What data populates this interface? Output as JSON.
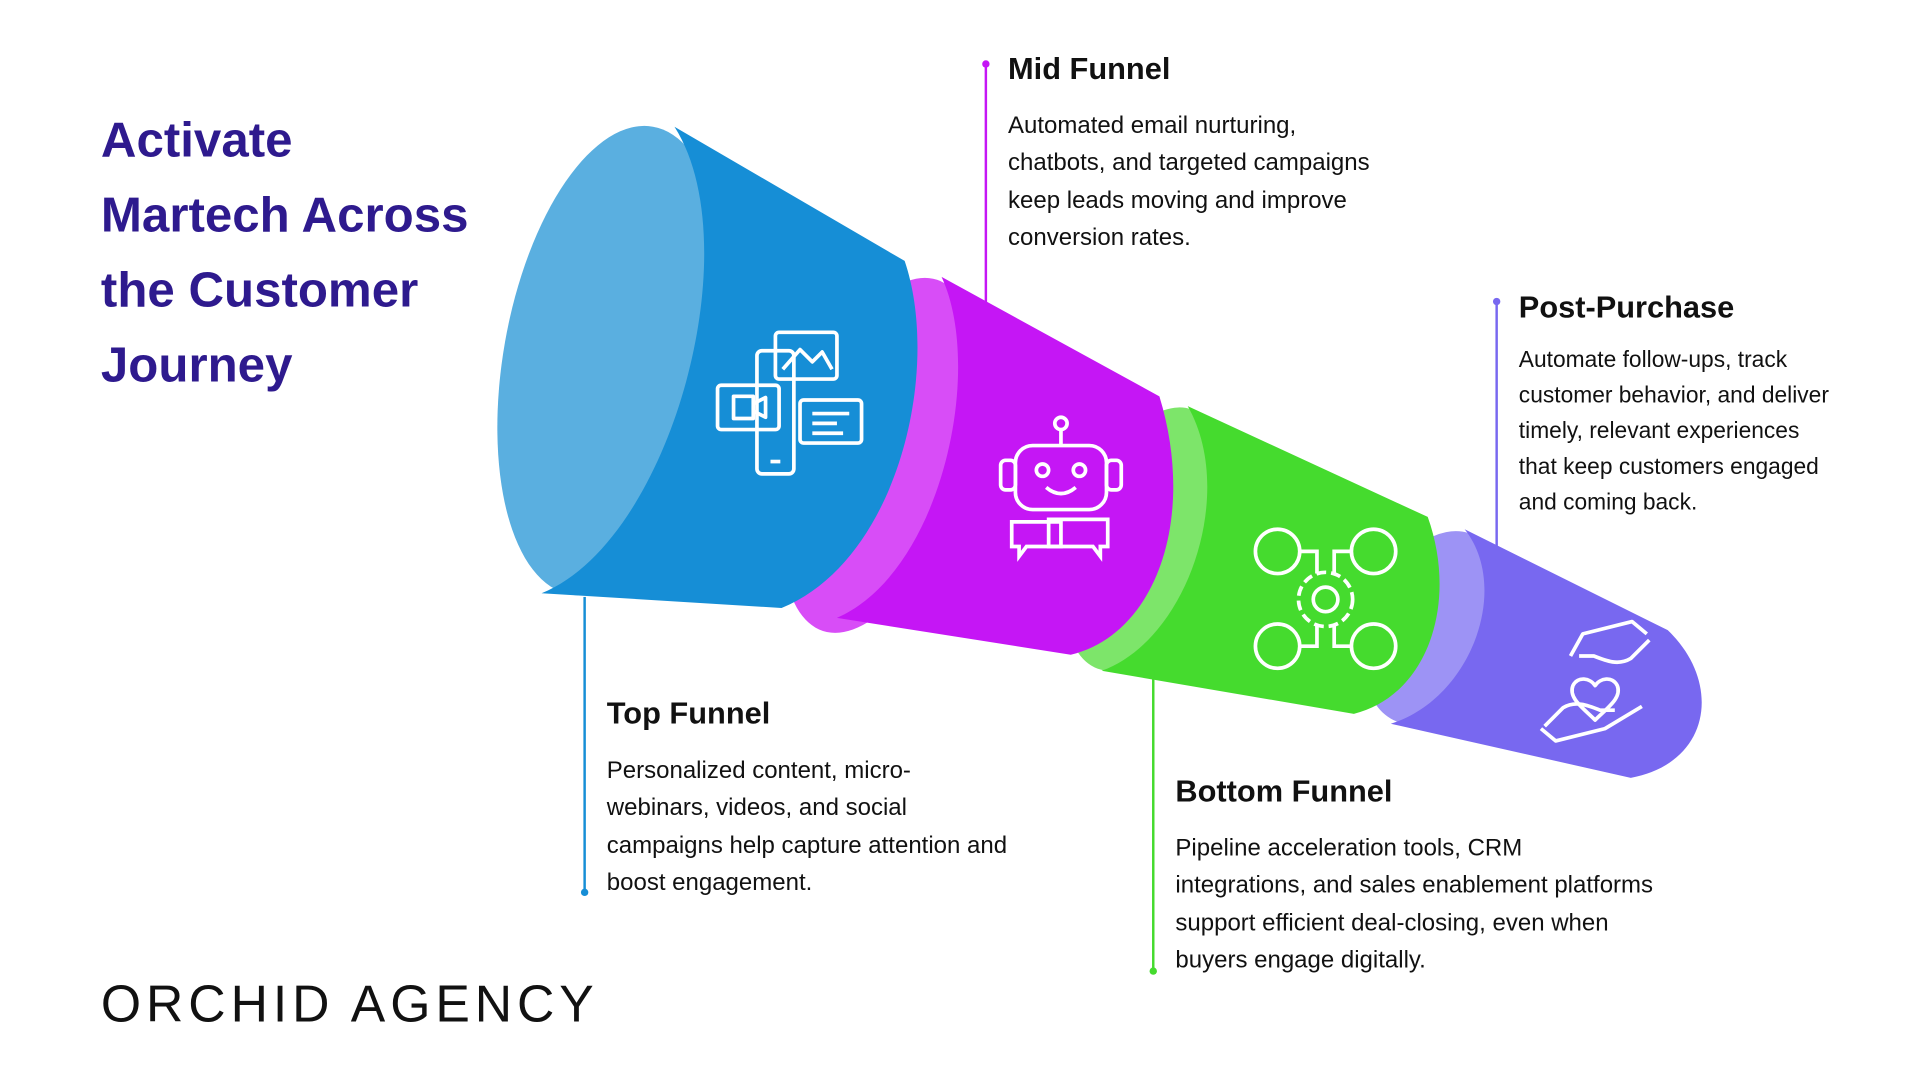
{
  "title_lines": [
    "Activate",
    "Martech Across",
    "the Customer",
    "Journey"
  ],
  "stages": [
    {
      "heading": "Top Funnel",
      "body": "Personalized content, micro-webinars, videos, and social campaigns help capture attention and boost engagement.",
      "color": "#168ED6",
      "icon": "content-channels-icon"
    },
    {
      "heading": "Mid Funnel",
      "body": "Automated email nurturing, chatbots, and targeted campaigns keep leads moving and improve conversion rates.",
      "color": "#C516F5",
      "icon": "chatbot-icon"
    },
    {
      "heading": "Bottom Funnel",
      "body": "Pipeline acceleration tools, CRM integrations, and sales enablement platforms support efficient deal-closing, even when buyers engage digitally.",
      "color": "#45DB2E",
      "icon": "network-gear-icon"
    },
    {
      "heading": "Post-Purchase",
      "body": "Automate follow-ups, track customer behavior, and deliver timely, relevant experiences that keep customers engaged and coming back.",
      "color": "#7868F0",
      "icon": "hands-heart-icon"
    }
  ],
  "logo": "ORCHID AGENCY",
  "colors": {
    "title": "#2E1A8E"
  }
}
